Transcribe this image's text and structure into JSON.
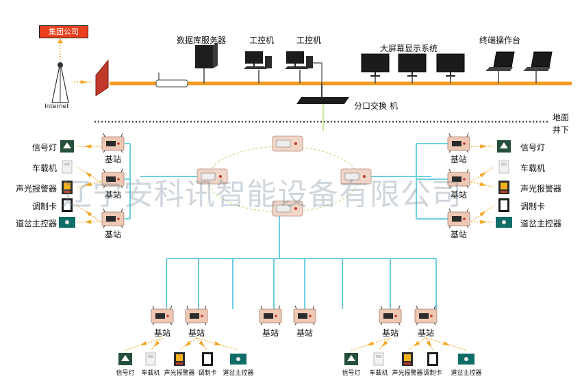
{
  "top": {
    "group_company": "集团公司",
    "internet": "Internet",
    "db_server": "数据库服务器",
    "ipc": "工控机",
    "big_screen": "大屏幕显示系统",
    "terminal": "终端操作台",
    "switch": "分口交换 机",
    "ground": "地面",
    "underground": "井下"
  },
  "base_station": "基站",
  "devices": [
    "信号灯",
    "车载机",
    "声光报警器",
    "调制卡",
    "道岔主控器"
  ],
  "watermark": "辽宁安科讯智能设备有限公司",
  "colors": {
    "backbone": "#f39a1e",
    "fiber": "#6ccfe0",
    "ring": "#b9e07a",
    "arrow": "#f5a623",
    "brand_red": "#e8401f"
  }
}
